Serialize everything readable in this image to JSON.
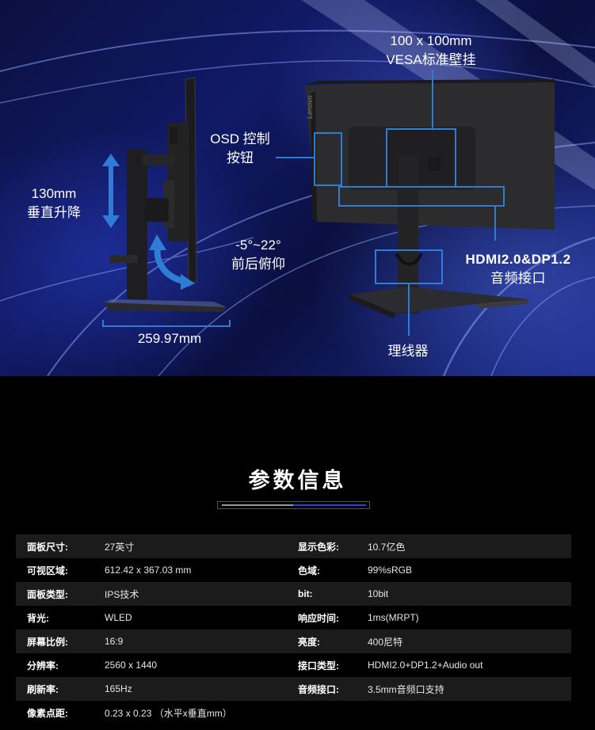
{
  "hero": {
    "vesa_line1": "100 x 100mm",
    "vesa_line2": "VESA标准壁挂",
    "osd_line1": "OSD 控制",
    "osd_line2": "按钮",
    "lift_line1": "130mm",
    "lift_line2": "垂直升降",
    "tilt_line1": "-5°~22°",
    "tilt_line2": "前后俯仰",
    "base_width": "259.97mm",
    "ports_line1": "HDMI2.0&DP1.2",
    "ports_line2": "音频接口",
    "cable": "理线器",
    "accent_color": "#2f7bd6"
  },
  "specs": {
    "title": "参数信息",
    "rows": [
      {
        "k1": "面板尺寸:",
        "v1": "27英寸",
        "k2": "显示色彩:",
        "v2": "10.7亿色"
      },
      {
        "k1": "可视区域:",
        "v1": "612.42 x 367.03 mm",
        "k2": "色域:",
        "v2": "99%sRGB"
      },
      {
        "k1": "面板类型:",
        "v1": "IPS技术",
        "k2": "bit:",
        "v2": "10bit"
      },
      {
        "k1": "背光:",
        "v1": "WLED",
        "k2": "响应时间:",
        "v2": "1ms(MRPT)"
      },
      {
        "k1": "屏幕比例:",
        "v1": "16:9",
        "k2": "亮度:",
        "v2": "400尼特"
      },
      {
        "k1": "分辨率:",
        "v1": "2560 x 1440",
        "k2": "接口类型:",
        "v2": "HDMI2.0+DP1.2+Audio out"
      },
      {
        "k1": "刷新率:",
        "v1": "165Hz",
        "k2": "音频接口:",
        "v2": "3.5mm音频口支持"
      },
      {
        "k1": "像素点距:",
        "v1": "0.23 x 0.23 （水平x垂直mm）",
        "k2": "",
        "v2": ""
      }
    ]
  }
}
